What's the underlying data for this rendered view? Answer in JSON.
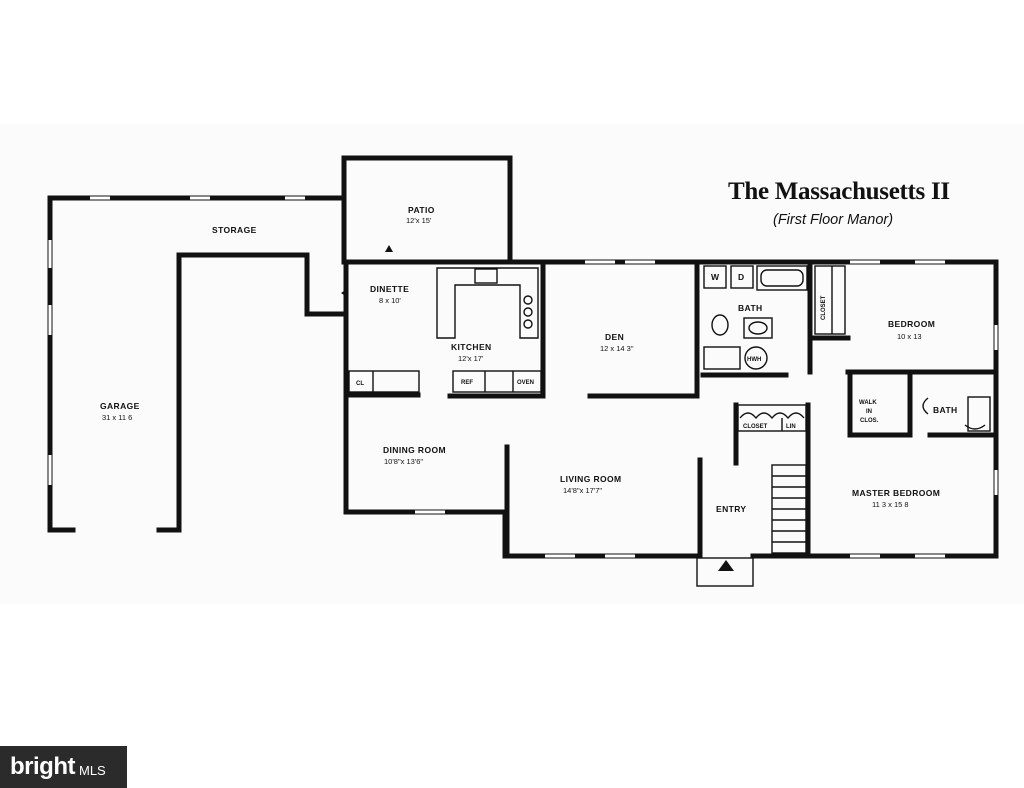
{
  "title": "The Massachusetts II",
  "subtitle": "(First Floor Manor)",
  "watermark": {
    "brand": "bright",
    "suffix": "MLS"
  },
  "rooms": {
    "patio": {
      "name": "PATIO",
      "dim": "12'x 15'"
    },
    "storage": {
      "name": "STORAGE"
    },
    "garage": {
      "name": "GARAGE",
      "dim": "31 x 11 6"
    },
    "dinette": {
      "name": "DINETTE",
      "dim": "8 x 10'"
    },
    "kitchen": {
      "name": "KITCHEN",
      "dim": "12'x 17'"
    },
    "den": {
      "name": "DEN",
      "dim": "12 x 14 3\""
    },
    "bath1": {
      "name": "BATH"
    },
    "bedroom": {
      "name": "BEDROOM",
      "dim": "10 x 13"
    },
    "dining": {
      "name": "DINING ROOM",
      "dim": "10'8\"x 13'6\""
    },
    "living": {
      "name": "LIVING ROOM",
      "dim": "14'8\"x 17'7\""
    },
    "entry": {
      "name": "ENTRY"
    },
    "walkin": {
      "line1": "WALK",
      "line2": "IN",
      "line3": "CLOS."
    },
    "bath2": {
      "name": "BATH"
    },
    "master": {
      "name": "MASTER BEDROOM",
      "dim": "11 3 x 15 8"
    }
  },
  "fixtures": {
    "closet_hall": "CLOSET",
    "linen": "LIN",
    "closet_vertical": "CLOSET",
    "cl": "CL",
    "ref": "REF",
    "oven": "OVEN",
    "washer": "W",
    "dryer": "D",
    "hwh": "HWH"
  }
}
